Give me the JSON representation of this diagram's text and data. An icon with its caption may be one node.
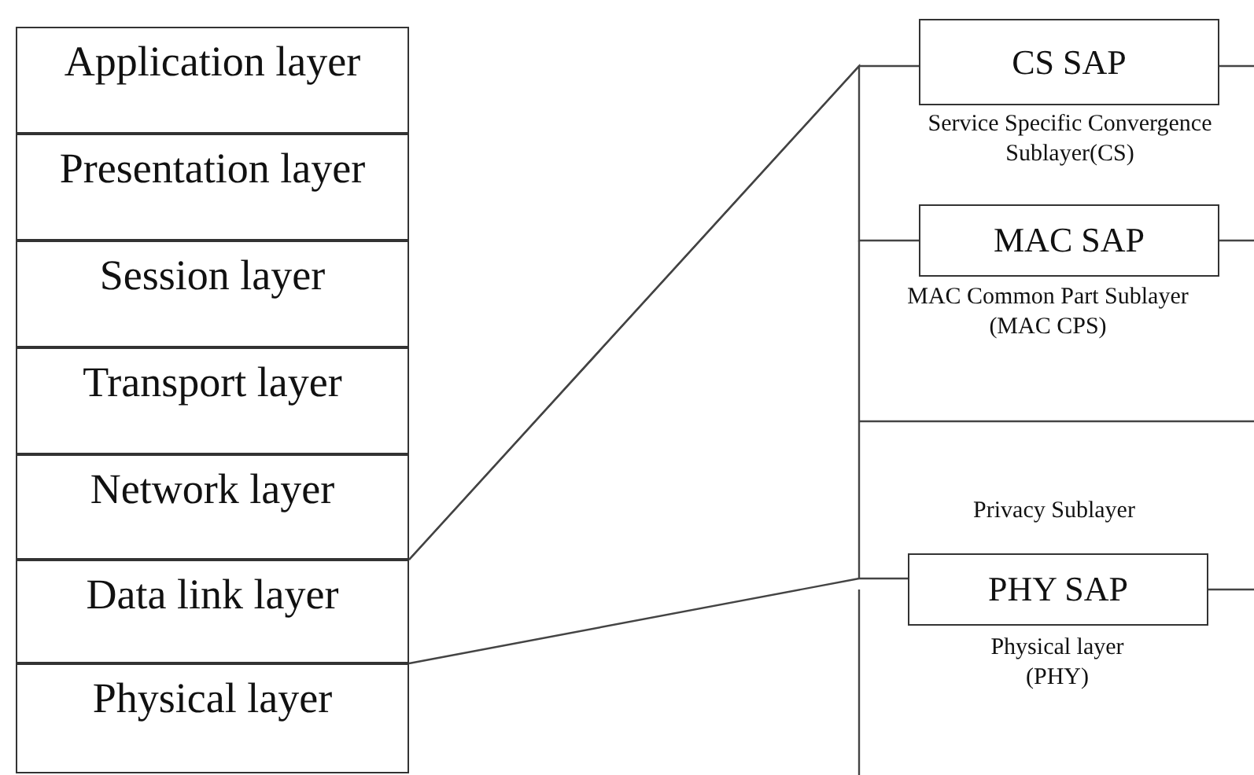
{
  "diagram": {
    "nodes": [
      {
        "text": [
          "Application layer"
        ]
      },
      {
        "text": [
          "Presentation layer"
        ]
      },
      {
        "text": [
          "Session layer"
        ]
      },
      {
        "text": [
          "Transport layer"
        ]
      },
      {
        "text": [
          "Network layer"
        ]
      },
      {
        "text": [
          "Data link layer"
        ]
      },
      {
        "text": [
          "Physical layer"
        ]
      },
      {
        "text": [
          "CS SAP"
        ],
        "beside": [
          "Service Specific Convergence Sublayer(CS)"
        ]
      },
      {
        "text": [
          "MAC SAP"
        ],
        "beside": [
          "MAC Common Part Sublayer (MAC CPS)"
        ]
      },
      {
        "text": [
          "PHY SAP"
        ],
        "beside": [
          "Physical layer (PHY)"
        ]
      }
    ],
    "edges": [
      {
        "from": 5,
        "to": 7,
        "arrow": "none"
      },
      {
        "from": 5,
        "to": 8,
        "arrow": "none"
      },
      {
        "from": 6,
        "to": 9,
        "arrow": "none"
      }
    ],
    "labels": [
      "Privacy Sublayer"
    ]
  }
}
